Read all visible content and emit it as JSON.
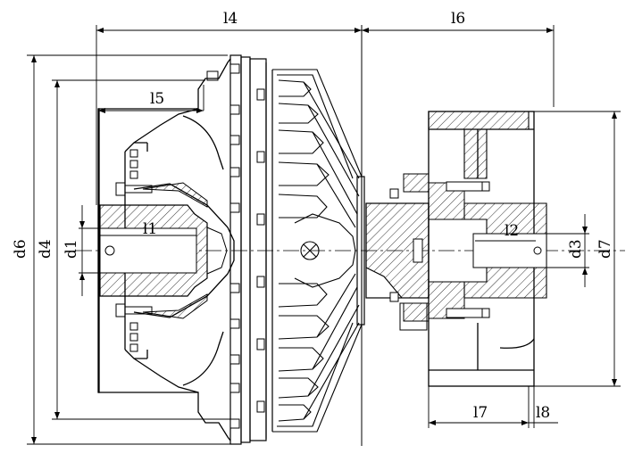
{
  "drawing": {
    "dims": {
      "l4": "l4",
      "l6": "l6",
      "l5": "l5",
      "l1": "l1",
      "l2": "l2",
      "l7": "l7",
      "l8": "l8",
      "d6": "d6",
      "d4": "d4",
      "d1": "d1",
      "d3": "d3",
      "d7": "d7"
    }
  }
}
